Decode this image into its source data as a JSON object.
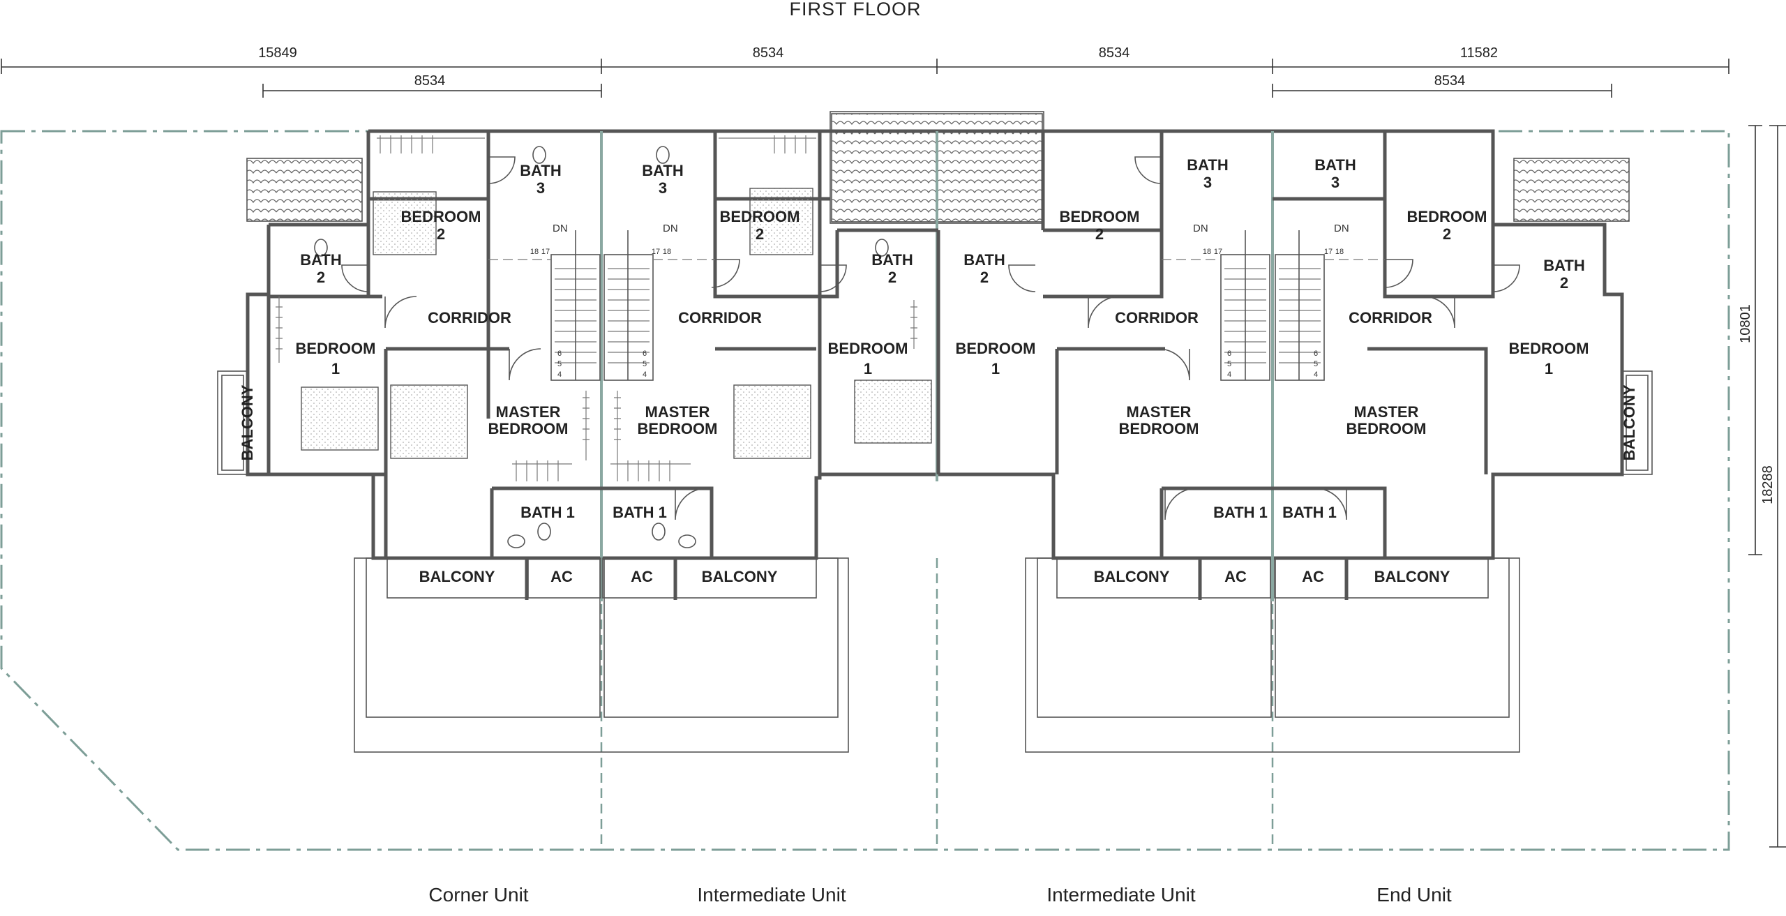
{
  "title": "FIRST FLOOR",
  "dimensions": {
    "top": [
      "15849",
      "8534",
      "8534",
      "11582"
    ],
    "second_left": "8534",
    "second_right": "8534",
    "right_top": "10801",
    "right_bottom": "18288"
  },
  "rooms": {
    "bath": "BATH",
    "bath_1": "BATH 1",
    "bedroom": "BEDROOM",
    "master_line1": "MASTER",
    "master_line2": "BEDROOM",
    "corridor": "CORRIDOR",
    "balcony": "BALCONY",
    "ac": "AC",
    "num_1": "1",
    "num_2": "2",
    "num_3": "3"
  },
  "stairs": {
    "dn": "DN",
    "n4": "4",
    "n5": "5",
    "n6": "6",
    "n17": "17",
    "n18": "18"
  },
  "units": [
    "Corner Unit",
    "Intermediate Unit",
    "Intermediate Unit",
    "End Unit"
  ]
}
